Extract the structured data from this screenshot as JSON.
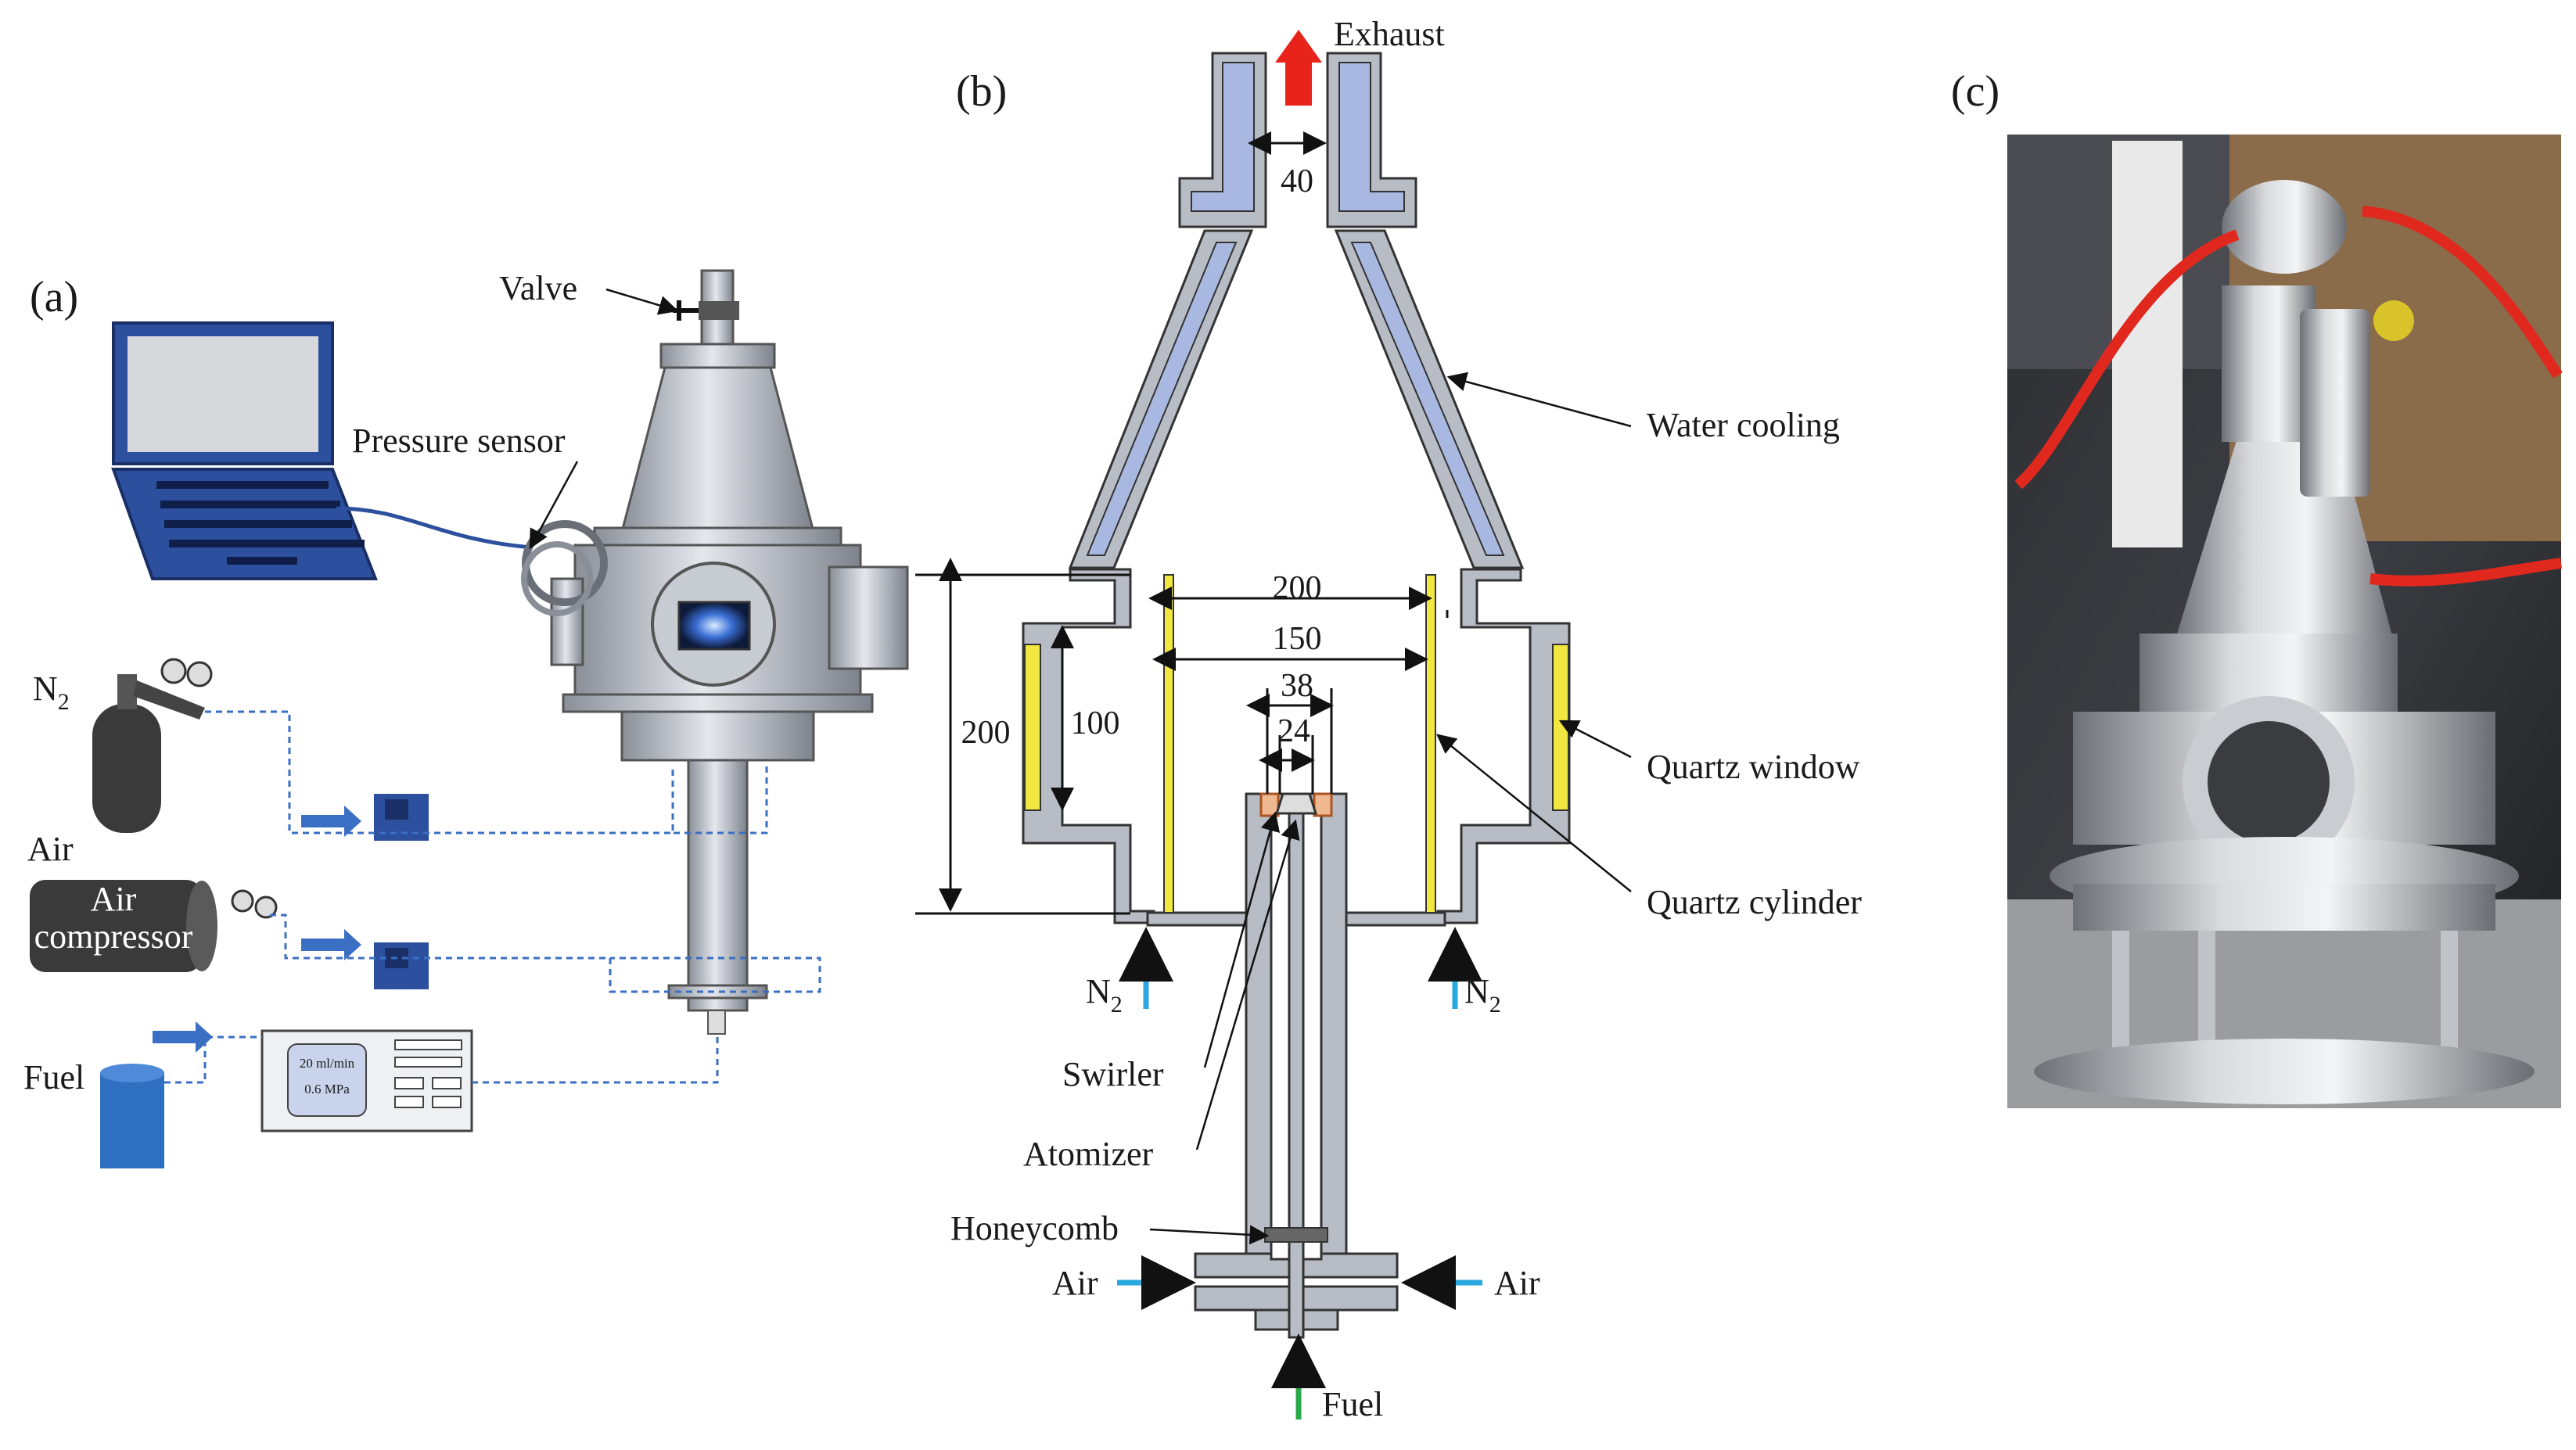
{
  "panels": {
    "a": "(a)",
    "b": "(b)",
    "c": "(c)"
  },
  "panel_a": {
    "valve": "Valve",
    "pressure_sensor": "Pressure sensor",
    "n2": {
      "base": "N",
      "sub": "2"
    },
    "air": "Air",
    "air_compressor_line1": "Air",
    "air_compressor_line2": "compressor",
    "fuel": "Fuel",
    "pump_rate": "20 ml/min",
    "pump_pressure": "0.6 MPa"
  },
  "panel_b": {
    "exhaust": "Exhaust",
    "dim_outlet": "40",
    "water_cooling": "Water cooling",
    "dim_chamber_width": "200",
    "dim_cylinder_width": "150",
    "dim_swirler_outer": "38",
    "dim_swirler_inner": "24",
    "dim_chamber_height": "200",
    "dim_window_height": "100",
    "quartz_window": "Quartz window",
    "quartz_cylinder": "Quartz cylinder",
    "n2_left": {
      "base": "N",
      "sub": "2"
    },
    "n2_right": {
      "base": "N",
      "sub": "2"
    },
    "swirler": "Swirler",
    "atomizer": "Atomizer",
    "honeycomb": "Honeycomb",
    "air_left": "Air",
    "air_right": "Air",
    "fuel": "Fuel"
  },
  "colors": {
    "metal": "#b8bcc4",
    "metal_dark": "#7c818b",
    "water": "#a8b8e0",
    "quartz": "#f2e640",
    "exhaust_arrow": "#e8231a",
    "n2_arrow": "#29a8e0",
    "air_arrow": "#29a8e0",
    "fuel_arrow": "#2aa84a",
    "flow_arrow_a": "#3a6fc4",
    "laptop": "#2c4f9e",
    "tank_n2": "#3a3a3a",
    "tank_fuel": "#2f6fc0"
  }
}
